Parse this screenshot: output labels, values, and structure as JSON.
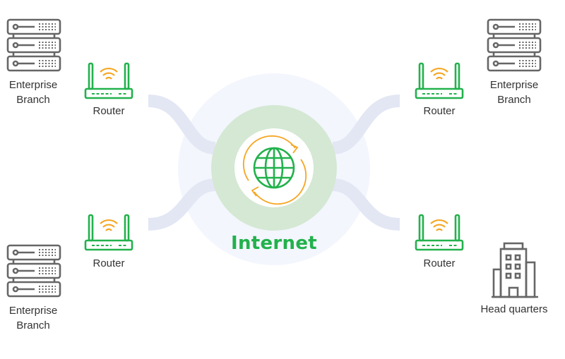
{
  "center": {
    "label": "Internet",
    "icon": "globe-sync-icon"
  },
  "nodes": [
    {
      "id": "branch-top-left",
      "label_lines": [
        "Enterprise",
        "Branch"
      ],
      "icon": "server-rack-icon"
    },
    {
      "id": "branch-top-right",
      "label_lines": [
        "Enterprise",
        "Branch"
      ],
      "icon": "server-rack-icon"
    },
    {
      "id": "branch-bottom-left",
      "label_lines": [
        "Enterprise",
        "Branch"
      ],
      "icon": "server-rack-icon"
    },
    {
      "id": "headquarters",
      "label": "Head quarters",
      "icon": "building-icon"
    }
  ],
  "routers": [
    {
      "label": "Router"
    },
    {
      "label": "Router"
    },
    {
      "label": "Router"
    },
    {
      "label": "Router"
    }
  ],
  "colors": {
    "green": "#22b14c",
    "orange": "#f5a623",
    "icon_gray": "#666666",
    "ring": "#d4e8d3",
    "halo": "#f3f6fd",
    "connector": "#e3e7f4"
  }
}
